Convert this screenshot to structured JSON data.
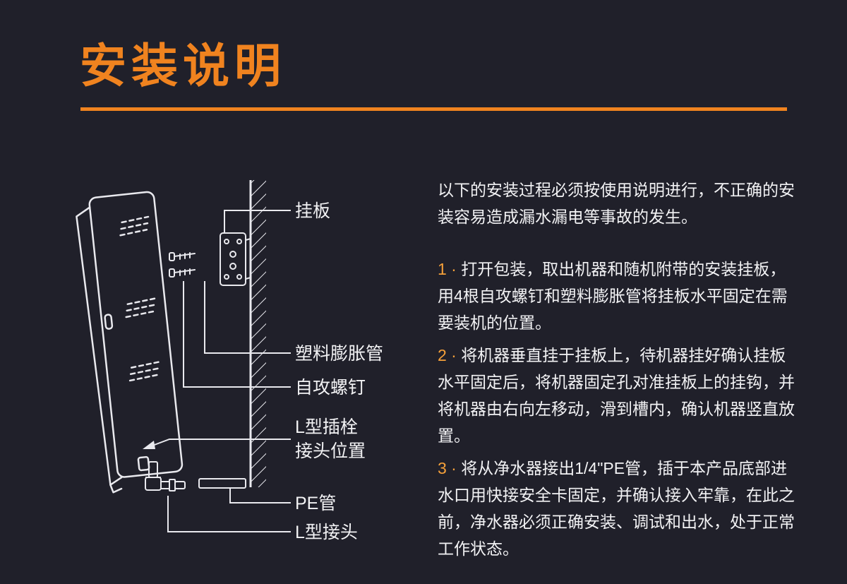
{
  "page": {
    "title": "安装说明"
  },
  "diagram": {
    "labels": {
      "mounting_plate": "挂板",
      "expansion_tube": "塑料膨胀管",
      "screw": "自攻螺钉",
      "l_plug_position": "L型插栓\n接头位置",
      "pe_pipe": "PE管",
      "l_connector": "L型接头"
    }
  },
  "instructions": {
    "intro": "以下的安装过程必须按使用说明进行，不正确的安装容易造成漏水漏电等事故的发生。",
    "steps": [
      {
        "num": "1 · ",
        "text": "打开包装，取出机器和随机附带的安装挂板，用4根自攻螺钉和塑料膨胀管将挂板水平固定在需要装机的位置。"
      },
      {
        "num": "2 · ",
        "text": "将机器垂直挂于挂板上，待机器挂好确认挂板水平固定后，将机器固定孔对准挂板上的挂钩，并将机器由右向左移动，滑到槽内，确认机器竖直放置。"
      },
      {
        "num": "3 · ",
        "text": "将从净水器接出1/4\"PE管，插于本产品底部进水口用快接安全卡固定，并确认接入牢靠，在此之前，净水器必须正确安装、调试和出水，处于正常工作状态。"
      }
    ]
  },
  "colors": {
    "accent": "#F0831F",
    "background": "#20202A",
    "text": "#F2F2F4",
    "drawing_line": "#E9E9EE",
    "step_number": "#F5A03A"
  }
}
